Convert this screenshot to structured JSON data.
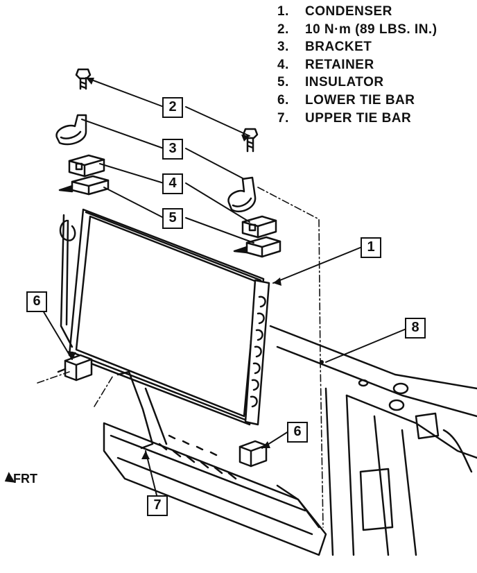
{
  "legend": [
    {
      "num": "1.",
      "label": "CONDENSER"
    },
    {
      "num": "2.",
      "label": "10 N·m (89 LBS. IN.)"
    },
    {
      "num": "3.",
      "label": "BRACKET"
    },
    {
      "num": "4.",
      "label": "RETAINER"
    },
    {
      "num": "5.",
      "label": "INSULATOR"
    },
    {
      "num": "6.",
      "label": "LOWER TIE BAR"
    },
    {
      "num": "7.",
      "label": "UPPER TIE BAR"
    }
  ],
  "callouts": {
    "c1": "1",
    "c2": "2",
    "c3": "3",
    "c4": "4",
    "c5": "5",
    "c6a": "6",
    "c6b": "6",
    "c7": "7",
    "c8": "8"
  },
  "frt_label": "FRT"
}
